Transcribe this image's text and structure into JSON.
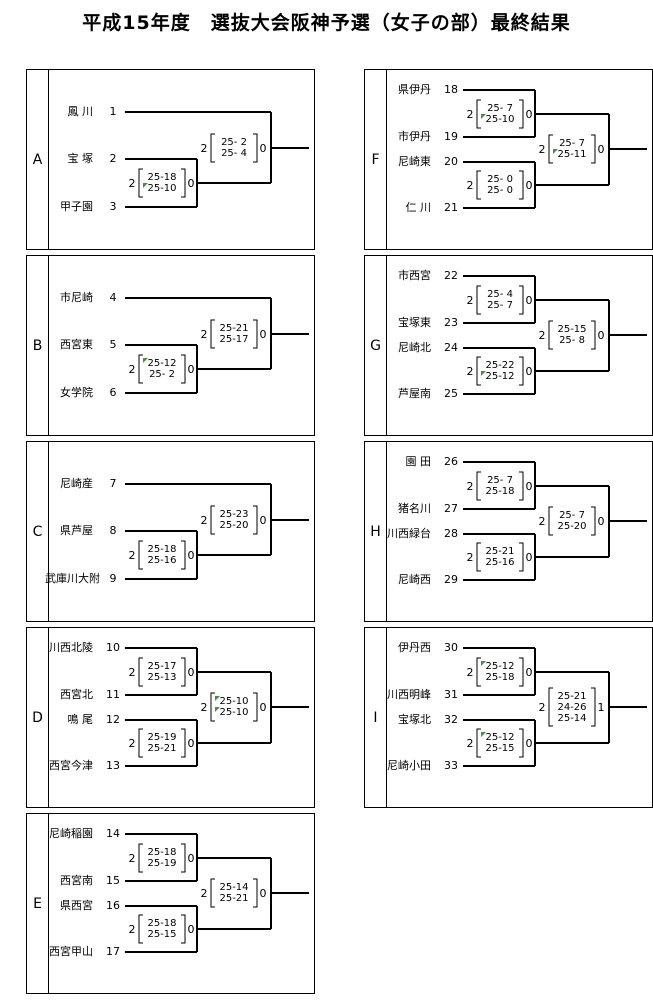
{
  "title": "平成15年度　選抜大会阪神予選（女子の部）最終結果",
  "groups": [
    {
      "letter": "A",
      "teams": [
        {
          "name": "鳳 川",
          "seed": "1"
        },
        {
          "name": "宝 塚",
          "seed": "2"
        },
        {
          "name": "甲子園",
          "seed": "3"
        }
      ],
      "m1": {
        "scores": [
          "25-18",
          "25-10"
        ],
        "left": "2",
        "right": "0",
        "flags": [
          false,
          true
        ]
      },
      "m2": {
        "scores": [
          "25- 2",
          "25- 4"
        ],
        "left": "2",
        "right": "0",
        "flags": [
          false,
          false
        ]
      }
    },
    {
      "letter": "B",
      "teams": [
        {
          "name": "市尼崎",
          "seed": "4"
        },
        {
          "name": "西宮東",
          "seed": "5"
        },
        {
          "name": "女学院",
          "seed": "6"
        }
      ],
      "m1": {
        "scores": [
          "25-12",
          "25- 2"
        ],
        "left": "2",
        "right": "0",
        "flags": [
          true,
          false
        ]
      },
      "m2": {
        "scores": [
          "25-21",
          "25-17"
        ],
        "left": "2",
        "right": "0",
        "flags": [
          false,
          false
        ]
      }
    },
    {
      "letter": "C",
      "teams": [
        {
          "name": "尼崎産",
          "seed": "7"
        },
        {
          "name": "県芦屋",
          "seed": "8"
        },
        {
          "name": "武庫川大附",
          "seed": "9"
        }
      ],
      "m1": {
        "scores": [
          "25-18",
          "25-16"
        ],
        "left": "2",
        "right": "0",
        "flags": [
          false,
          false
        ]
      },
      "m2": {
        "scores": [
          "25-23",
          "25-20"
        ],
        "left": "2",
        "right": "0",
        "flags": [
          false,
          false
        ]
      }
    },
    {
      "letter": "D",
      "teams": [
        {
          "name": "川西北陵",
          "seed": "10"
        },
        {
          "name": "西宮北",
          "seed": "11"
        },
        {
          "name": "鳴 尾",
          "seed": "12"
        },
        {
          "name": "西宮今津",
          "seed": "13"
        }
      ],
      "m1": {
        "scores": [
          "25-17",
          "25-13"
        ],
        "left": "2",
        "right": "0",
        "flags": [
          false,
          false
        ]
      },
      "m2": {
        "scores": [
          "25-19",
          "25-21"
        ],
        "left": "2",
        "right": "0",
        "flags": [
          false,
          false
        ]
      },
      "m3": {
        "scores": [
          "25-10",
          "25-10"
        ],
        "left": "2",
        "right": "0",
        "flags": [
          true,
          true
        ]
      }
    },
    {
      "letter": "E",
      "teams": [
        {
          "name": "尼崎稲園",
          "seed": "14"
        },
        {
          "name": "西宮南",
          "seed": "15"
        },
        {
          "name": "県西宮",
          "seed": "16"
        },
        {
          "name": "西宮甲山",
          "seed": "17"
        }
      ],
      "m1": {
        "scores": [
          "25-18",
          "25-19"
        ],
        "left": "2",
        "right": "0",
        "flags": [
          false,
          false
        ]
      },
      "m2": {
        "scores": [
          "25-18",
          "25-15"
        ],
        "left": "2",
        "right": "0",
        "flags": [
          false,
          false
        ]
      },
      "m3": {
        "scores": [
          "25-14",
          "25-21"
        ],
        "left": "2",
        "right": "0",
        "flags": [
          false,
          false
        ]
      }
    },
    {
      "letter": "F",
      "teams": [
        {
          "name": "県伊丹",
          "seed": "18"
        },
        {
          "name": "市伊丹",
          "seed": "19"
        },
        {
          "name": "尼崎東",
          "seed": "20"
        },
        {
          "name": "仁 川",
          "seed": "21"
        }
      ],
      "m1": {
        "scores": [
          "25- 7",
          "25-10"
        ],
        "left": "2",
        "right": "0",
        "flags": [
          false,
          true
        ]
      },
      "m2": {
        "scores": [
          "25- 0",
          "25- 0"
        ],
        "left": "2",
        "right": "0",
        "flags": [
          false,
          false
        ]
      },
      "m3": {
        "scores": [
          "25- 7",
          "25-11"
        ],
        "left": "2",
        "right": "0",
        "flags": [
          false,
          true
        ]
      }
    },
    {
      "letter": "G",
      "teams": [
        {
          "name": "市西宮",
          "seed": "22"
        },
        {
          "name": "宝塚東",
          "seed": "23"
        },
        {
          "name": "尼崎北",
          "seed": "24"
        },
        {
          "name": "芦屋南",
          "seed": "25"
        }
      ],
      "m1": {
        "scores": [
          "25- 4",
          "25- 7"
        ],
        "left": "2",
        "right": "0",
        "flags": [
          false,
          false
        ]
      },
      "m2": {
        "scores": [
          "25-22",
          "25-12"
        ],
        "left": "2",
        "right": "0",
        "flags": [
          false,
          true
        ]
      },
      "m3": {
        "scores": [
          "25-15",
          "25- 8"
        ],
        "left": "2",
        "right": "0",
        "flags": [
          false,
          false
        ]
      }
    },
    {
      "letter": "H",
      "teams": [
        {
          "name": "園 田",
          "seed": "26"
        },
        {
          "name": "猪名川",
          "seed": "27"
        },
        {
          "name": "川西緑台",
          "seed": "28"
        },
        {
          "name": "尼崎西",
          "seed": "29"
        }
      ],
      "m1": {
        "scores": [
          "25- 7",
          "25-18"
        ],
        "left": "2",
        "right": "0",
        "flags": [
          false,
          false
        ]
      },
      "m2": {
        "scores": [
          "25-21",
          "25-16"
        ],
        "left": "2",
        "right": "0",
        "flags": [
          false,
          false
        ]
      },
      "m3": {
        "scores": [
          "25- 7",
          "25-20"
        ],
        "left": "2",
        "right": "0",
        "flags": [
          false,
          false
        ]
      }
    },
    {
      "letter": "I",
      "teams": [
        {
          "name": "伊丹西",
          "seed": "30"
        },
        {
          "name": "川西明峰",
          "seed": "31"
        },
        {
          "name": "宝塚北",
          "seed": "32"
        },
        {
          "name": "尼崎小田",
          "seed": "33"
        }
      ],
      "m1": {
        "scores": [
          "25-12",
          "25-18"
        ],
        "left": "2",
        "right": "0",
        "flags": [
          true,
          false
        ]
      },
      "m2": {
        "scores": [
          "25-12",
          "25-15"
        ],
        "left": "2",
        "right": "0",
        "flags": [
          true,
          false
        ]
      },
      "m3": {
        "scores": [
          "25-21",
          "24-26",
          "25-14"
        ],
        "left": "2",
        "right": "1",
        "flags": [
          false,
          false,
          false
        ]
      }
    }
  ]
}
